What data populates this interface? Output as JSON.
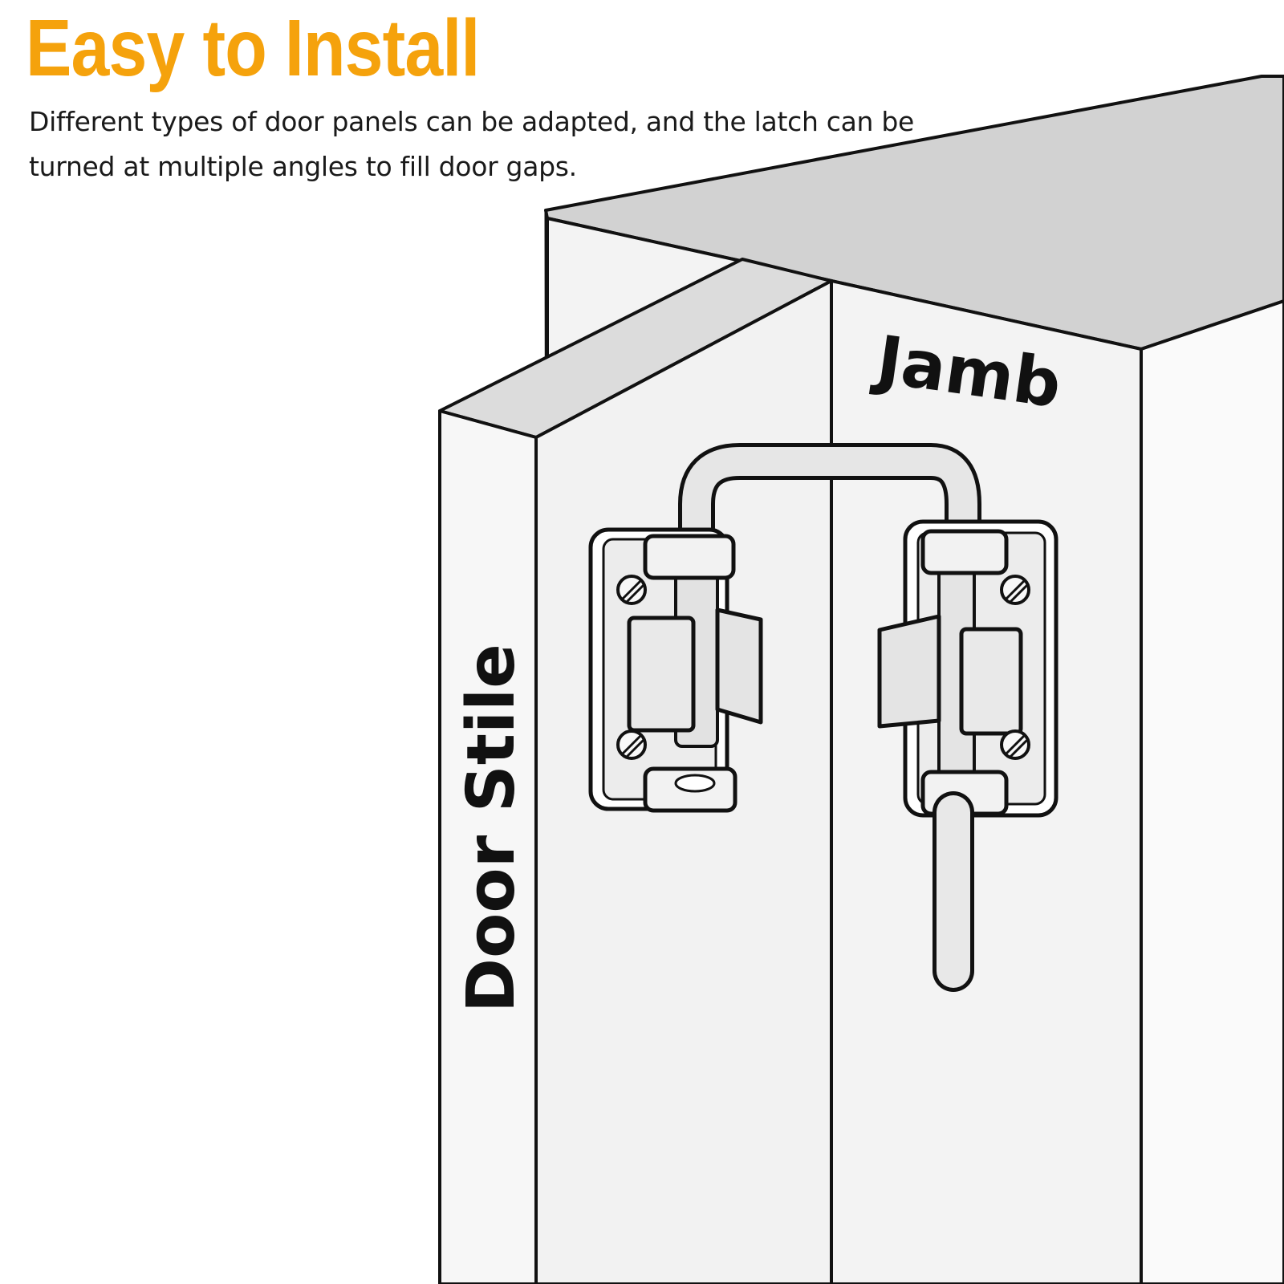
{
  "header": {
    "title": "Easy to Install",
    "description": "Different types of door panels can be adapted, and the latch can be turned at multiple angles to fill door gaps."
  },
  "labels": {
    "jamb": "Jamb",
    "door_stile": "Door Stile"
  },
  "colors": {
    "accent": "#f5a20c",
    "text": "#1a1a1a",
    "outline": "#111111",
    "panel_face": "#f4f4f4",
    "top_surface": "#d2d2d2",
    "metal": "#e8e8e8"
  },
  "icons": [
    "sliding-door-loop-latch",
    "screw-icon"
  ]
}
